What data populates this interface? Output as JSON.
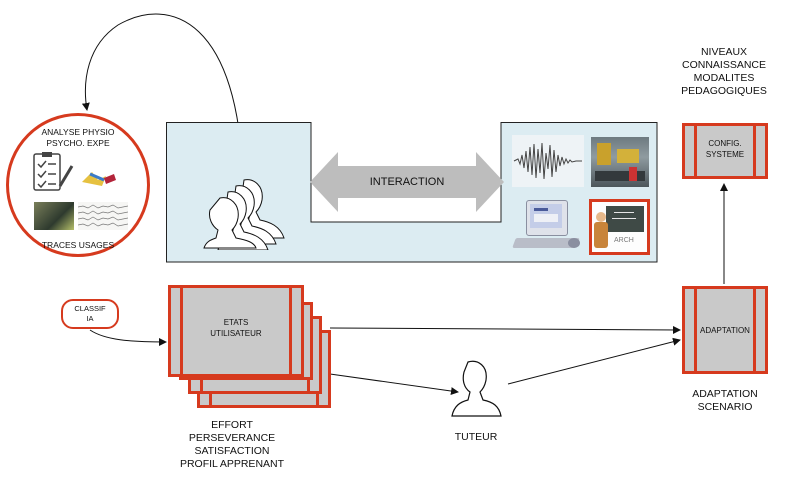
{
  "left_circle": {
    "title_line1": "ANALYSE PHYSIO",
    "title_line2": "PSYCHO. EXPE",
    "bottom_label": "TRACES USAGES"
  },
  "classif_badge": {
    "line1": "CLASSIF",
    "line2": "IA"
  },
  "interaction": {
    "label": "INTERACTION"
  },
  "states_box": {
    "line1": "ETATS",
    "line2": "UTILISATEUR"
  },
  "states_caption": {
    "line1": "EFFORT",
    "line2": "PERSEVERANCE",
    "line3": "SATISFACTION",
    "line4": "PROFIL APPRENANT"
  },
  "tutor": {
    "label": "TUTEUR"
  },
  "adaptation_box": {
    "label": "ADAPTATION"
  },
  "adaptation_caption": {
    "line1": "ADAPTATION",
    "line2": "SCENARIO"
  },
  "config_box": {
    "line1": "CONFIG.",
    "line2": "SYSTEME"
  },
  "config_caption": {
    "line1": "NIVEAUX",
    "line2": "CONNAISSANCE",
    "line3": "MODALITES",
    "line4": "PEDAGOGIQUES"
  },
  "teacher_thumb": {
    "board_text": "ARCH"
  },
  "colors": {
    "accent_red": "#d63a1e",
    "box_gray": "#c9c9c9",
    "panel_blue": "#dcecf2"
  }
}
